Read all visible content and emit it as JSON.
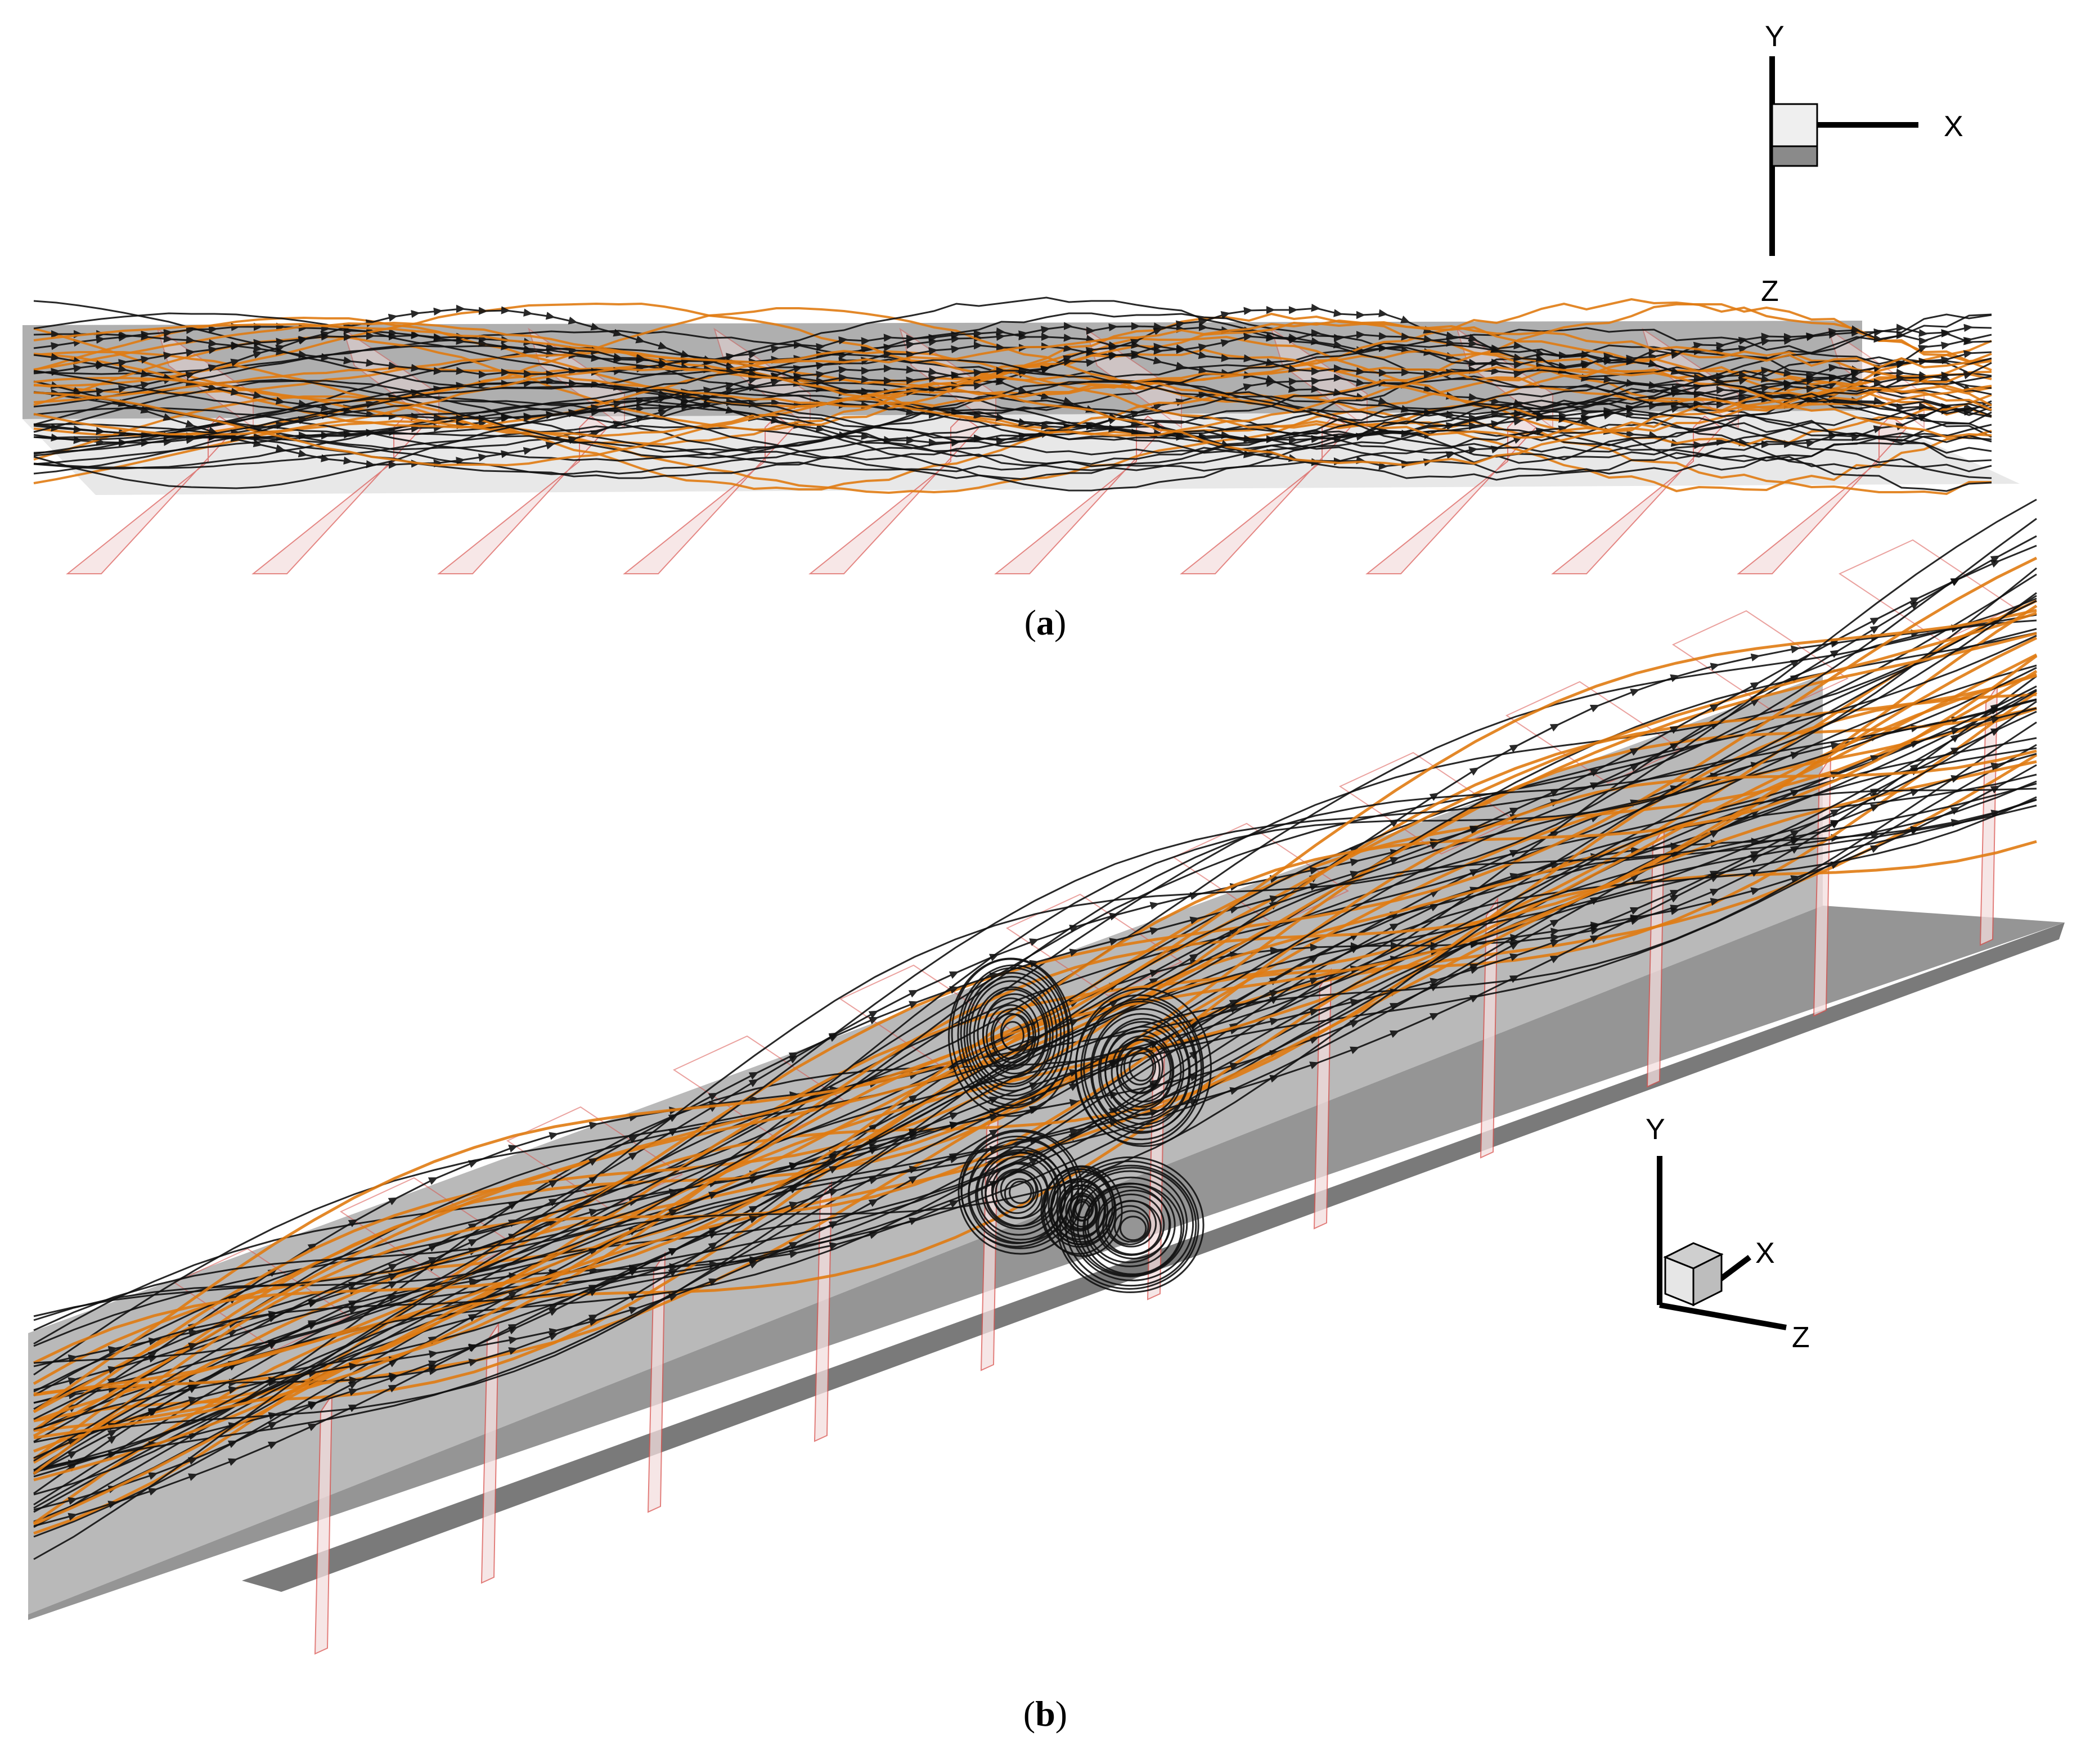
{
  "figure": {
    "panels": [
      {
        "id": "a",
        "caption": "a"
      },
      {
        "id": "b",
        "caption": "b"
      }
    ],
    "triads": {
      "a": {
        "y": "Y",
        "x": "X",
        "z": "Z"
      },
      "b": {
        "y": "Y",
        "x": "X",
        "z": "Z"
      }
    },
    "colors": {
      "streamline_dark": "#111111",
      "streamline_orange": "#e07b12",
      "channel_wall": "#9e9e9e",
      "channel_floor": "#d4d4d4",
      "baffle_edge": "#d9534f",
      "baffle_fill": "#f4dede"
    },
    "icons": [
      "coordinate-triad-icon",
      "streamline-arrow-icon",
      "vortex-icon"
    ]
  }
}
